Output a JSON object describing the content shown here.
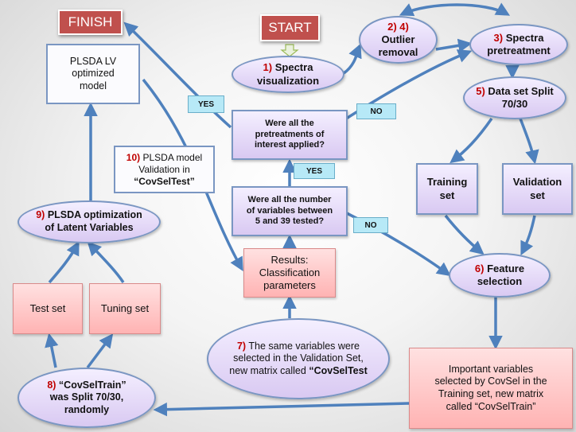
{
  "nodes": {
    "finish": "FINISH",
    "start": "START",
    "spectra_vis": {
      "num": "1)",
      "line1": "Spectra",
      "line2": "visualization"
    },
    "outlier": {
      "num": "2) 4)",
      "line1": "Outlier",
      "line2": "removal"
    },
    "pretreatment": {
      "num": "3)",
      "line1": "Spectra",
      "line2": "pretreatment"
    },
    "split": {
      "num": "5)",
      "line1": "Data set Split",
      "line2": "70/30"
    },
    "q_pretreat": {
      "line1": "Were all the",
      "line2": "pretreatments of",
      "line3": "interest applied?"
    },
    "q_variables": {
      "line1": "Were all the number",
      "line2": "of variables between",
      "line3": "5 and 39 tested?"
    },
    "training": {
      "line1": "Training",
      "line2": "set"
    },
    "validation": {
      "line1": "Validation",
      "line2": "set"
    },
    "feature": {
      "num": "6)",
      "line1": "Feature",
      "line2": "selection"
    },
    "results": {
      "line1": "Results:",
      "line2": "Classification",
      "line3": "parameters"
    },
    "validation_model": {
      "num": "10)",
      "line1_rest": "PLSDA model",
      "line2": "Validation in",
      "line3": "“CovSelTest”"
    },
    "lv_model": {
      "line1": "PLSDA LV",
      "line2": "optimized",
      "line3": "model"
    },
    "optimization": {
      "num": "9)",
      "line1_rest": "PLSDA optimization",
      "line2": "of Latent Variables"
    },
    "test_set": "Test set",
    "tuning_set": "Tuning set",
    "same_vars": {
      "num": "7)",
      "line1_rest": "The same variables were",
      "line2": "selected in the Validation Set,",
      "line3_a": "new matrix called",
      "line3_b": "“CovSelTest"
    },
    "covseltrain_split": {
      "num": "8)",
      "line1_rest": "“CovSelTrain”",
      "line2": "was Split 70/30,",
      "line3": "randomly"
    },
    "important": {
      "line1": "Important variables",
      "line2": "selected by CovSel in the",
      "line3": "Training set, new matrix",
      "line4": "called “CovSelTrain”"
    }
  },
  "tags": {
    "yes_left": "YES",
    "yes_mid": "YES",
    "no_top": "NO",
    "no_mid": "NO"
  },
  "colors": {
    "arrow": "#4f81bd",
    "node_fill": "#d9c9f2",
    "node_border": "#7a96c2",
    "pink_fill": "#ffb3b3",
    "badge": "#c0504d",
    "tag_fill": "#b7e9f7",
    "step_number": "#c00000",
    "start_arrow": "#c4d79b"
  }
}
